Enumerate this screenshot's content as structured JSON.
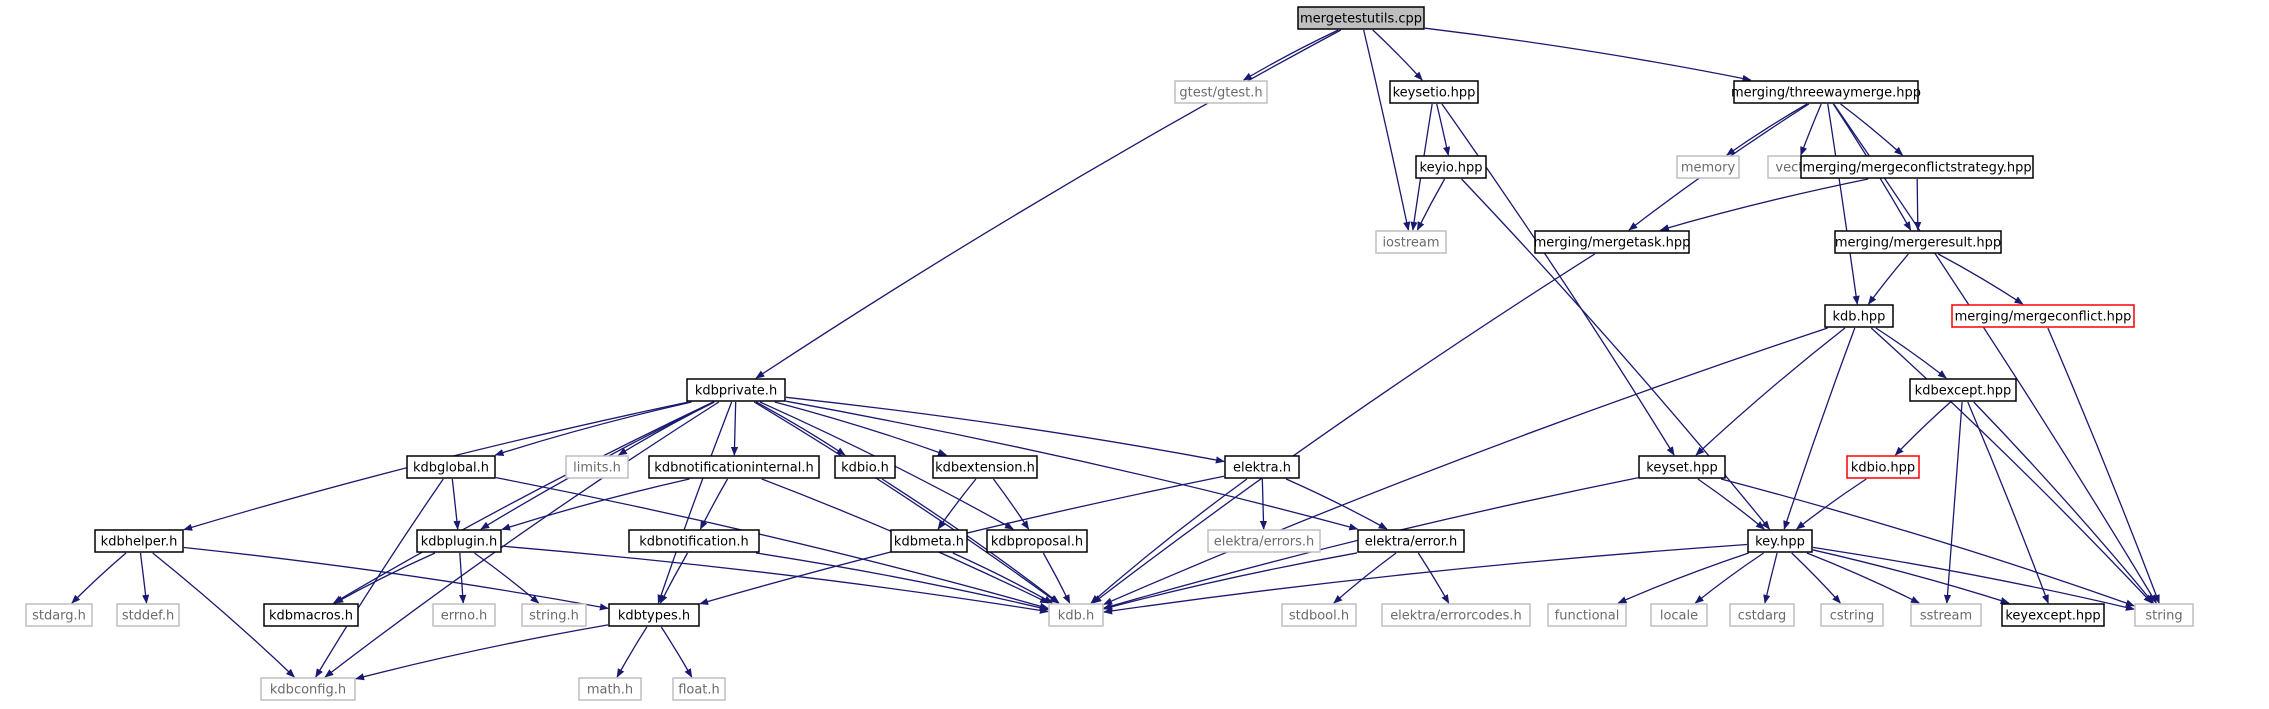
{
  "colors": {
    "edge": "#191970",
    "node_border": "#000000",
    "node_text": "#000000",
    "external_border": "#bfbfbf",
    "external_text": "#6b6b6b",
    "undocumented_border": "#ff0000",
    "root_fill": "#bfbfbf"
  },
  "nodes": [
    {
      "id": "mergetestutils",
      "label": "mergetestutils.cpp",
      "kind": "root"
    },
    {
      "id": "gtest",
      "label": "gtest/gtest.h",
      "kind": "external"
    },
    {
      "id": "keysetio",
      "label": "keysetio.hpp",
      "kind": "normal"
    },
    {
      "id": "threewaymerge",
      "label": "merging/threewaymerge.hpp",
      "kind": "normal"
    },
    {
      "id": "keyio",
      "label": "keyio.hpp",
      "kind": "normal"
    },
    {
      "id": "memory",
      "label": "memory",
      "kind": "external"
    },
    {
      "id": "vector",
      "label": "vector",
      "kind": "external"
    },
    {
      "id": "mergeconflictstrategy",
      "label": "merging/mergeconflictstrategy.hpp",
      "kind": "normal"
    },
    {
      "id": "iostream",
      "label": "iostream",
      "kind": "external"
    },
    {
      "id": "mergetask",
      "label": "merging/mergetask.hpp",
      "kind": "normal"
    },
    {
      "id": "mergeresult",
      "label": "merging/mergeresult.hpp",
      "kind": "normal"
    },
    {
      "id": "kdbhpp",
      "label": "kdb.hpp",
      "kind": "normal"
    },
    {
      "id": "mergeconflict",
      "label": "merging/mergeconflict.hpp",
      "kind": "undocumented"
    },
    {
      "id": "kdbprivate",
      "label": "kdbprivate.h",
      "kind": "normal"
    },
    {
      "id": "kdbexcept",
      "label": "kdbexcept.hpp",
      "kind": "normal"
    },
    {
      "id": "kdbglobal",
      "label": "kdbglobal.h",
      "kind": "normal"
    },
    {
      "id": "limits",
      "label": "limits.h",
      "kind": "external"
    },
    {
      "id": "kdbnotificationinternal",
      "label": "kdbnotificationinternal.h",
      "kind": "normal"
    },
    {
      "id": "kdbioh",
      "label": "kdbio.h",
      "kind": "normal"
    },
    {
      "id": "kdbextension",
      "label": "kdbextension.h",
      "kind": "normal"
    },
    {
      "id": "elektra",
      "label": "elektra.h",
      "kind": "normal"
    },
    {
      "id": "keyset",
      "label": "keyset.hpp",
      "kind": "normal"
    },
    {
      "id": "kdbiohpp",
      "label": "kdbio.hpp",
      "kind": "undocumented"
    },
    {
      "id": "kdbhelper",
      "label": "kdbhelper.h",
      "kind": "normal"
    },
    {
      "id": "kdbplugin",
      "label": "kdbplugin.h",
      "kind": "normal"
    },
    {
      "id": "kdbnotification",
      "label": "kdbnotification.h",
      "kind": "normal"
    },
    {
      "id": "kdbmeta",
      "label": "kdbmeta.h",
      "kind": "normal"
    },
    {
      "id": "kdbproposal",
      "label": "kdbproposal.h",
      "kind": "normal"
    },
    {
      "id": "elektraerrors",
      "label": "elektra/errors.h",
      "kind": "external"
    },
    {
      "id": "elektraerror",
      "label": "elektra/error.h",
      "kind": "normal"
    },
    {
      "id": "keyhpp",
      "label": "key.hpp",
      "kind": "normal"
    },
    {
      "id": "stdarg",
      "label": "stdarg.h",
      "kind": "external"
    },
    {
      "id": "stddef",
      "label": "stddef.h",
      "kind": "external"
    },
    {
      "id": "kdbmacros",
      "label": "kdbmacros.h",
      "kind": "normal"
    },
    {
      "id": "errno",
      "label": "errno.h",
      "kind": "external"
    },
    {
      "id": "stringh",
      "label": "string.h",
      "kind": "external"
    },
    {
      "id": "kdbtypes",
      "label": "kdbtypes.h",
      "kind": "normal"
    },
    {
      "id": "kdbh",
      "label": "kdb.h",
      "kind": "external"
    },
    {
      "id": "stdbool",
      "label": "stdbool.h",
      "kind": "external"
    },
    {
      "id": "errorcodes",
      "label": "elektra/errorcodes.h",
      "kind": "external"
    },
    {
      "id": "functional",
      "label": "functional",
      "kind": "external"
    },
    {
      "id": "locale",
      "label": "locale",
      "kind": "external"
    },
    {
      "id": "cstdarg",
      "label": "cstdarg",
      "kind": "external"
    },
    {
      "id": "cstring",
      "label": "cstring",
      "kind": "external"
    },
    {
      "id": "sstream",
      "label": "sstream",
      "kind": "external"
    },
    {
      "id": "keyexcept",
      "label": "keyexcept.hpp",
      "kind": "normal"
    },
    {
      "id": "string",
      "label": "string",
      "kind": "external"
    },
    {
      "id": "kdbconfig",
      "label": "kdbconfig.h",
      "kind": "external"
    },
    {
      "id": "math",
      "label": "math.h",
      "kind": "external"
    },
    {
      "id": "float",
      "label": "float.h",
      "kind": "external"
    }
  ],
  "edges": [
    [
      "mergetestutils",
      "gtest"
    ],
    [
      "mergetestutils",
      "keysetio"
    ],
    [
      "mergetestutils",
      "threewaymerge"
    ],
    [
      "mergetestutils",
      "iostream"
    ],
    [
      "mergetestutils",
      "kdbprivate"
    ],
    [
      "keysetio",
      "keyio"
    ],
    [
      "keysetio",
      "iostream"
    ],
    [
      "keysetio",
      "keyset"
    ],
    [
      "keyio",
      "iostream"
    ],
    [
      "keyio",
      "keyhpp"
    ],
    [
      "threewaymerge",
      "memory"
    ],
    [
      "threewaymerge",
      "vector"
    ],
    [
      "threewaymerge",
      "mergeconflictstrategy"
    ],
    [
      "threewaymerge",
      "mergetask"
    ],
    [
      "threewaymerge",
      "mergeresult"
    ],
    [
      "threewaymerge",
      "kdbhpp"
    ],
    [
      "threewaymerge",
      "string"
    ],
    [
      "mergeconflictstrategy",
      "mergetask"
    ],
    [
      "mergeconflictstrategy",
      "mergeresult"
    ],
    [
      "mergetask",
      "kdbh"
    ],
    [
      "mergeresult",
      "kdbhpp"
    ],
    [
      "mergeresult",
      "mergeconflict"
    ],
    [
      "mergeconflict",
      "string"
    ],
    [
      "kdbhpp",
      "keyset"
    ],
    [
      "kdbhpp",
      "kdbexcept"
    ],
    [
      "kdbhpp",
      "keyhpp"
    ],
    [
      "kdbhpp",
      "string"
    ],
    [
      "kdbhpp",
      "kdbh"
    ],
    [
      "kdbexcept",
      "kdbiohpp"
    ],
    [
      "kdbexcept",
      "sstream"
    ],
    [
      "kdbexcept",
      "keyexcept"
    ],
    [
      "kdbexcept",
      "string"
    ],
    [
      "kdbiohpp",
      "keyhpp"
    ],
    [
      "keyset",
      "keyhpp"
    ],
    [
      "keyset",
      "string"
    ],
    [
      "keyset",
      "kdbh"
    ],
    [
      "keyhpp",
      "functional"
    ],
    [
      "keyhpp",
      "locale"
    ],
    [
      "keyhpp",
      "cstdarg"
    ],
    [
      "keyhpp",
      "cstring"
    ],
    [
      "keyhpp",
      "sstream"
    ],
    [
      "keyhpp",
      "keyexcept"
    ],
    [
      "keyhpp",
      "string"
    ],
    [
      "keyhpp",
      "kdbh"
    ],
    [
      "kdbprivate",
      "kdbhelper"
    ],
    [
      "kdbprivate",
      "kdbconfig"
    ],
    [
      "kdbprivate",
      "kdbmacros"
    ],
    [
      "kdbprivate",
      "kdbplugin"
    ],
    [
      "kdbprivate",
      "kdbglobal"
    ],
    [
      "kdbprivate",
      "kdbtypes"
    ],
    [
      "kdbprivate",
      "limits"
    ],
    [
      "kdbprivate",
      "kdbnotificationinternal"
    ],
    [
      "kdbprivate",
      "kdbioh"
    ],
    [
      "kdbprivate",
      "kdbextension"
    ],
    [
      "kdbprivate",
      "kdbproposal"
    ],
    [
      "kdbprivate",
      "kdbh"
    ],
    [
      "kdbprivate",
      "elektra"
    ],
    [
      "kdbprivate",
      "elektraerror"
    ],
    [
      "kdbhelper",
      "stdarg"
    ],
    [
      "kdbhelper",
      "stddef"
    ],
    [
      "kdbhelper",
      "kdbconfig"
    ],
    [
      "kdbhelper",
      "kdbtypes"
    ],
    [
      "kdbglobal",
      "kdbplugin"
    ],
    [
      "kdbglobal",
      "kdbconfig"
    ],
    [
      "kdbglobal",
      "kdbh"
    ],
    [
      "kdbplugin",
      "kdbmacros"
    ],
    [
      "kdbplugin",
      "errno"
    ],
    [
      "kdbplugin",
      "stringh"
    ],
    [
      "kdbplugin",
      "kdbh"
    ],
    [
      "kdbnotificationinternal",
      "kdbplugin"
    ],
    [
      "kdbnotificationinternal",
      "kdbnotification"
    ],
    [
      "kdbnotificationinternal",
      "kdbh"
    ],
    [
      "kdbnotification",
      "kdbtypes"
    ],
    [
      "kdbnotification",
      "kdbh"
    ],
    [
      "kdbioh",
      "kdbh"
    ],
    [
      "kdbextension",
      "kdbmeta"
    ],
    [
      "kdbextension",
      "kdbproposal"
    ],
    [
      "kdbmeta",
      "kdbh"
    ],
    [
      "kdbproposal",
      "kdbh"
    ],
    [
      "elektra",
      "elektraerrors"
    ],
    [
      "elektra",
      "elektraerror"
    ],
    [
      "elektra",
      "kdbtypes"
    ],
    [
      "elektra",
      "kdbh"
    ],
    [
      "elektraerror",
      "stdbool"
    ],
    [
      "elektraerror",
      "errorcodes"
    ],
    [
      "elektraerror",
      "kdbh"
    ],
    [
      "kdbtypes",
      "kdbconfig"
    ],
    [
      "kdbtypes",
      "math"
    ],
    [
      "kdbtypes",
      "float"
    ]
  ]
}
